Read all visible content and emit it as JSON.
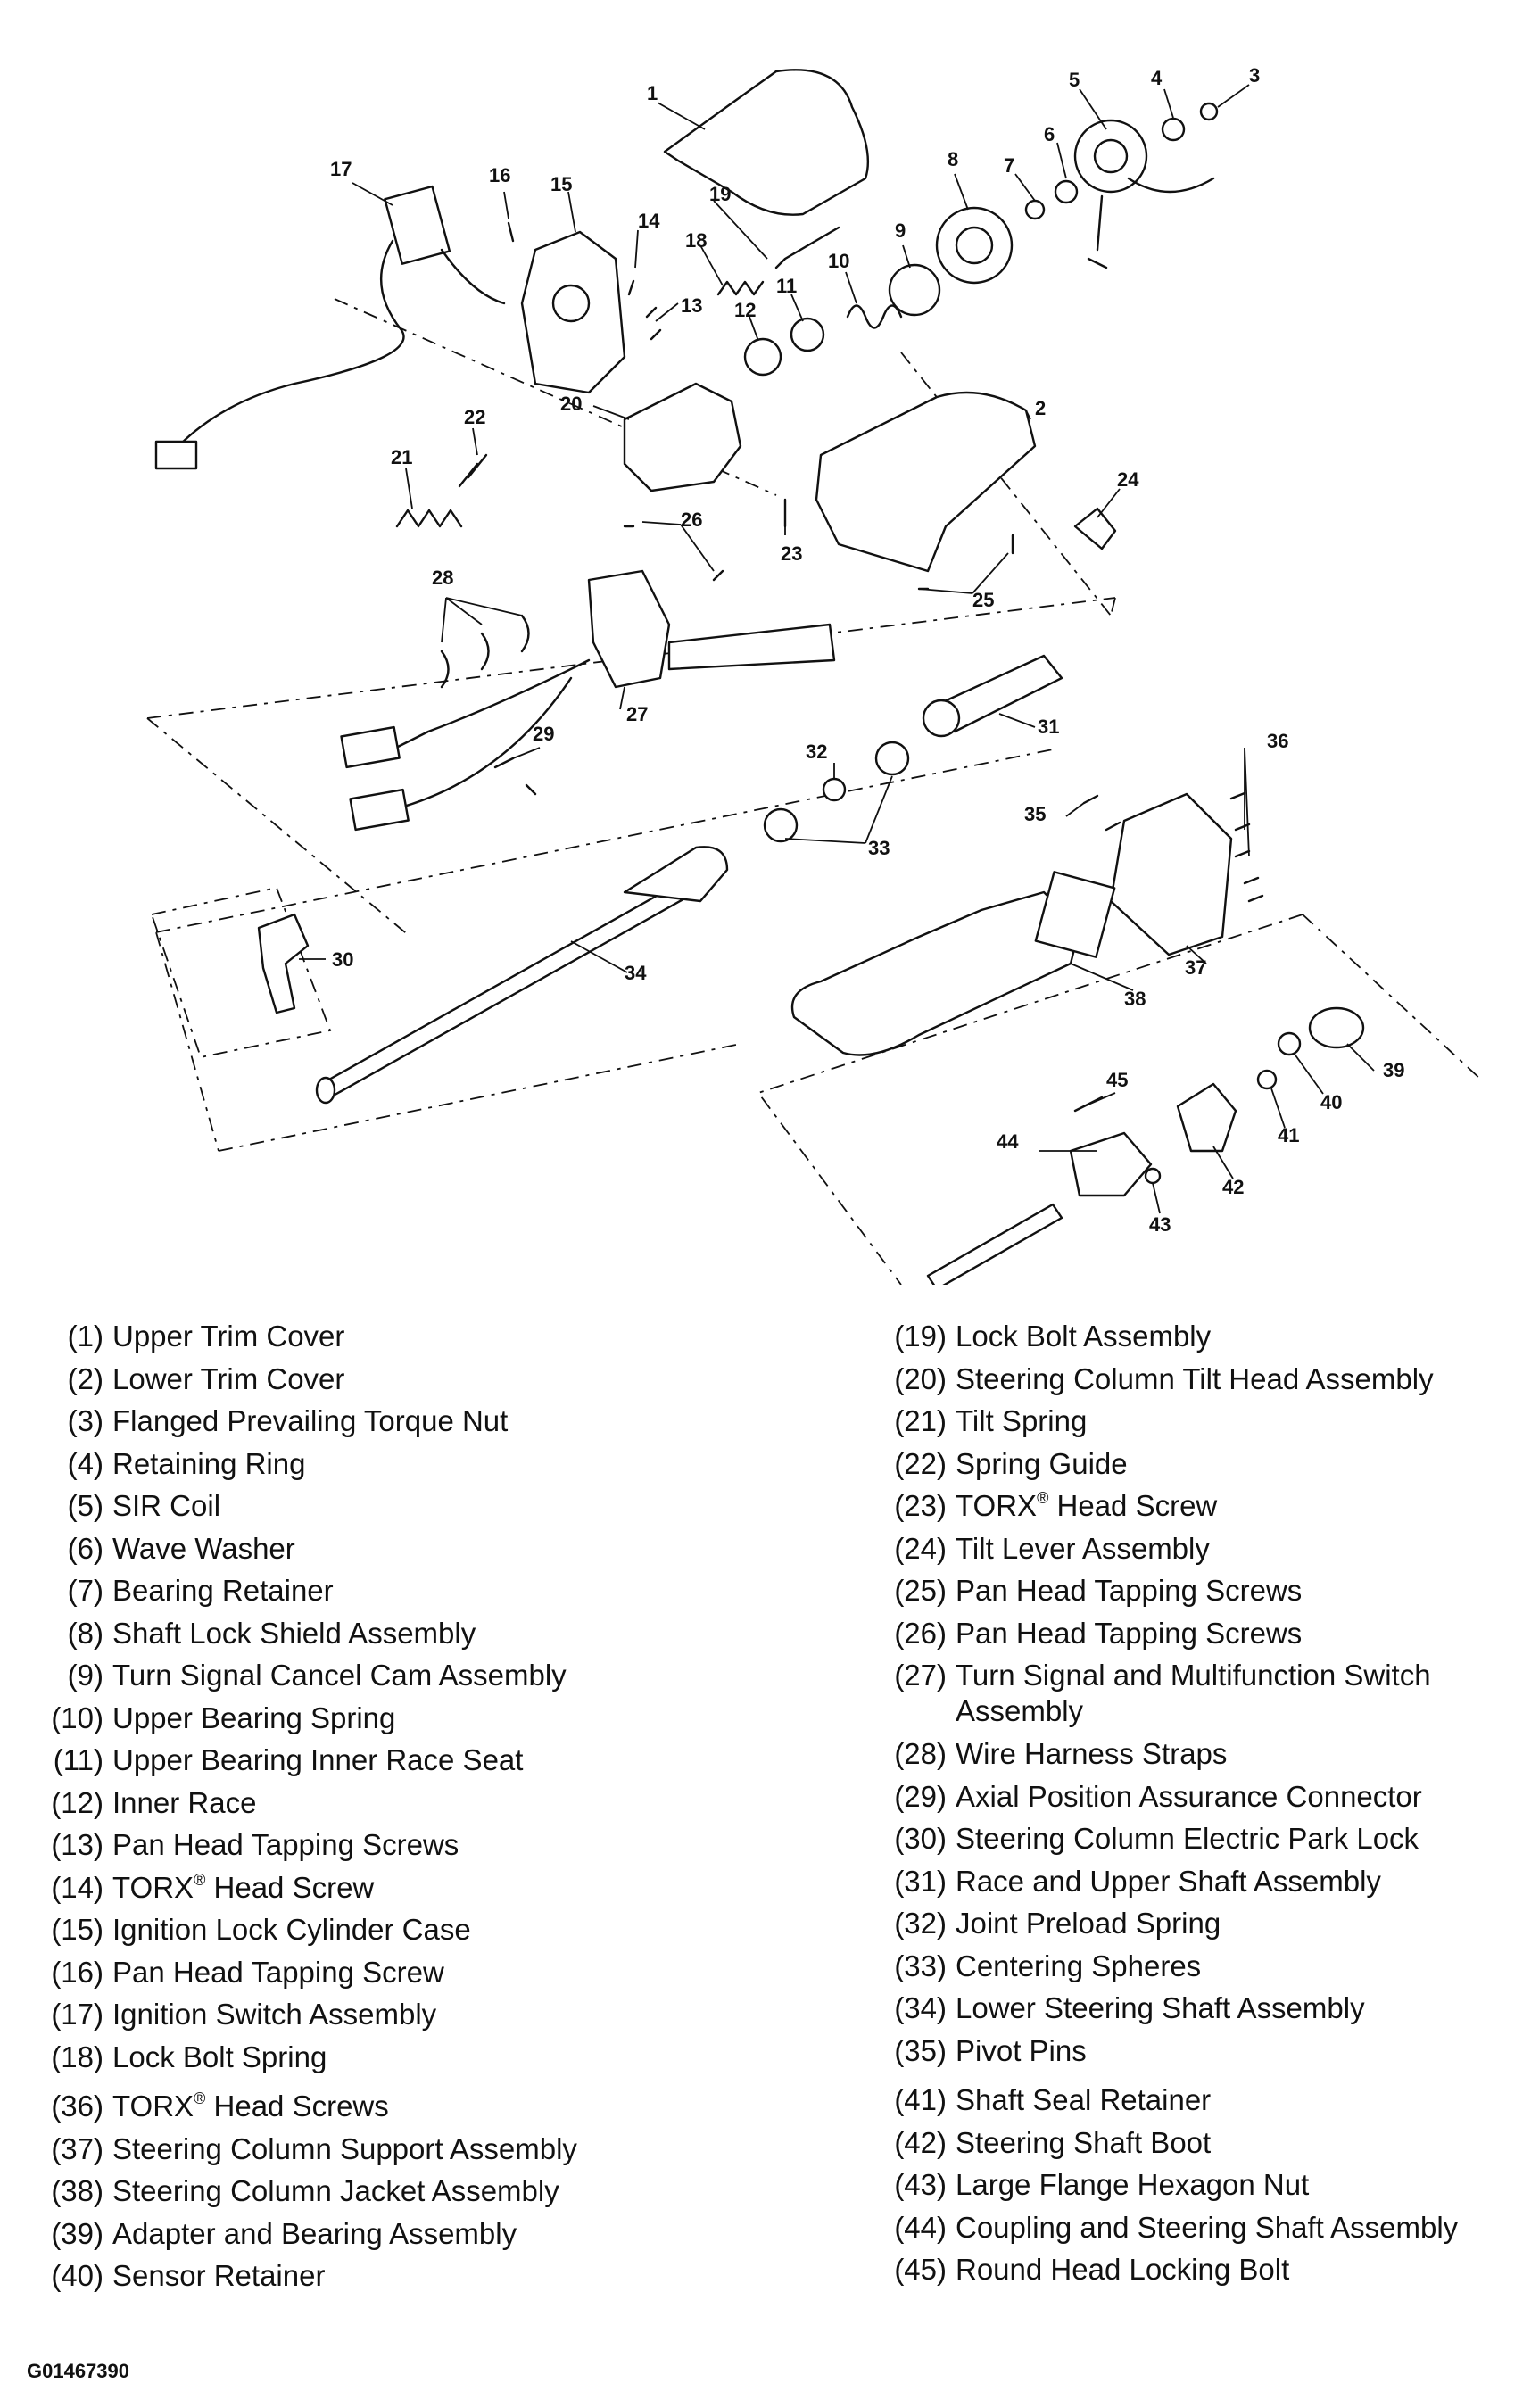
{
  "diagram": {
    "callouts": [
      "1",
      "2",
      "3",
      "4",
      "5",
      "6",
      "7",
      "8",
      "9",
      "10",
      "11",
      "12",
      "13",
      "14",
      "15",
      "16",
      "17",
      "18",
      "19",
      "20",
      "21",
      "22",
      "23",
      "24",
      "25",
      "26",
      "27",
      "28",
      "29",
      "30",
      "31",
      "32",
      "33",
      "34",
      "35",
      "36",
      "37",
      "38",
      "39",
      "40",
      "41",
      "42",
      "43",
      "44",
      "45"
    ]
  },
  "legend_left": [
    {
      "num": "(1)",
      "name": "Upper Trim Cover"
    },
    {
      "num": "(2)",
      "name": "Lower Trim Cover"
    },
    {
      "num": "(3)",
      "name": "Flanged Prevailing Torque Nut"
    },
    {
      "num": "(4)",
      "name": "Retaining Ring"
    },
    {
      "num": "(5)",
      "name": "SIR Coil"
    },
    {
      "num": "(6)",
      "name": "Wave Washer"
    },
    {
      "num": "(7)",
      "name": "Bearing Retainer"
    },
    {
      "num": "(8)",
      "name": "Shaft Lock Shield Assembly"
    },
    {
      "num": "(9)",
      "name": "Turn Signal Cancel Cam Assembly"
    },
    {
      "num": "(10)",
      "name": "Upper Bearing Spring"
    },
    {
      "num": "(11)",
      "name": "Upper Bearing Inner Race Seat"
    },
    {
      "num": "(12)",
      "name": "Inner Race"
    },
    {
      "num": "(13)",
      "name": "Pan Head Tapping Screws"
    },
    {
      "num": "(14)",
      "name": "TORX",
      "sup": "®",
      "suffix": " Head Screw"
    },
    {
      "num": "(15)",
      "name": "Ignition Lock Cylinder Case"
    },
    {
      "num": "(16)",
      "name": "Pan Head Tapping Screw"
    },
    {
      "num": "(17)",
      "name": "Ignition Switch Assembly"
    },
    {
      "num": "(18)",
      "name": "Lock Bolt Spring"
    },
    {
      "num": "(36)",
      "name": "TORX",
      "sup": "®",
      "suffix": " Head Screws"
    },
    {
      "num": "(37)",
      "name": "Steering Column Support Assembly"
    },
    {
      "num": "(38)",
      "name": "Steering Column Jacket Assembly"
    },
    {
      "num": "(39)",
      "name": "Adapter and Bearing Assembly"
    },
    {
      "num": "(40)",
      "name": "Sensor Retainer"
    }
  ],
  "legend_right": [
    {
      "num": "(19)",
      "name": "Lock Bolt Assembly"
    },
    {
      "num": "(20)",
      "name": "Steering Column Tilt Head Assembly"
    },
    {
      "num": "(21)",
      "name": "Tilt Spring"
    },
    {
      "num": "(22)",
      "name": "Spring Guide"
    },
    {
      "num": "(23)",
      "name": "TORX",
      "sup": "®",
      "suffix": " Head Screw"
    },
    {
      "num": "(24)",
      "name": "Tilt Lever Assembly"
    },
    {
      "num": "(25)",
      "name": "Pan Head Tapping Screws"
    },
    {
      "num": "(26)",
      "name": "Pan Head Tapping Screws"
    },
    {
      "num": "(27)",
      "name": "Turn Signal and Multifunction Switch Assembly"
    },
    {
      "num": "(28)",
      "name": "Wire Harness Straps"
    },
    {
      "num": "(29)",
      "name": "Axial Position Assurance Connector"
    },
    {
      "num": "(30)",
      "name": "Steering Column Electric Park Lock"
    },
    {
      "num": "(31)",
      "name": "Race and Upper Shaft Assembly"
    },
    {
      "num": "(32)",
      "name": "Joint Preload Spring"
    },
    {
      "num": "(33)",
      "name": "Centering Spheres"
    },
    {
      "num": "(34)",
      "name": "Lower Steering Shaft Assembly"
    },
    {
      "num": "(35)",
      "name": "Pivot Pins"
    },
    {
      "num": "(41)",
      "name": "Shaft Seal Retainer"
    },
    {
      "num": "(42)",
      "name": "Steering Shaft Boot"
    },
    {
      "num": "(43)",
      "name": "Large Flange Hexagon Nut"
    },
    {
      "num": "(44)",
      "name": "Coupling and Steering Shaft Assembly"
    },
    {
      "num": "(45)",
      "name": "Round Head Locking Bolt"
    }
  ],
  "figure_code": "G01467390"
}
